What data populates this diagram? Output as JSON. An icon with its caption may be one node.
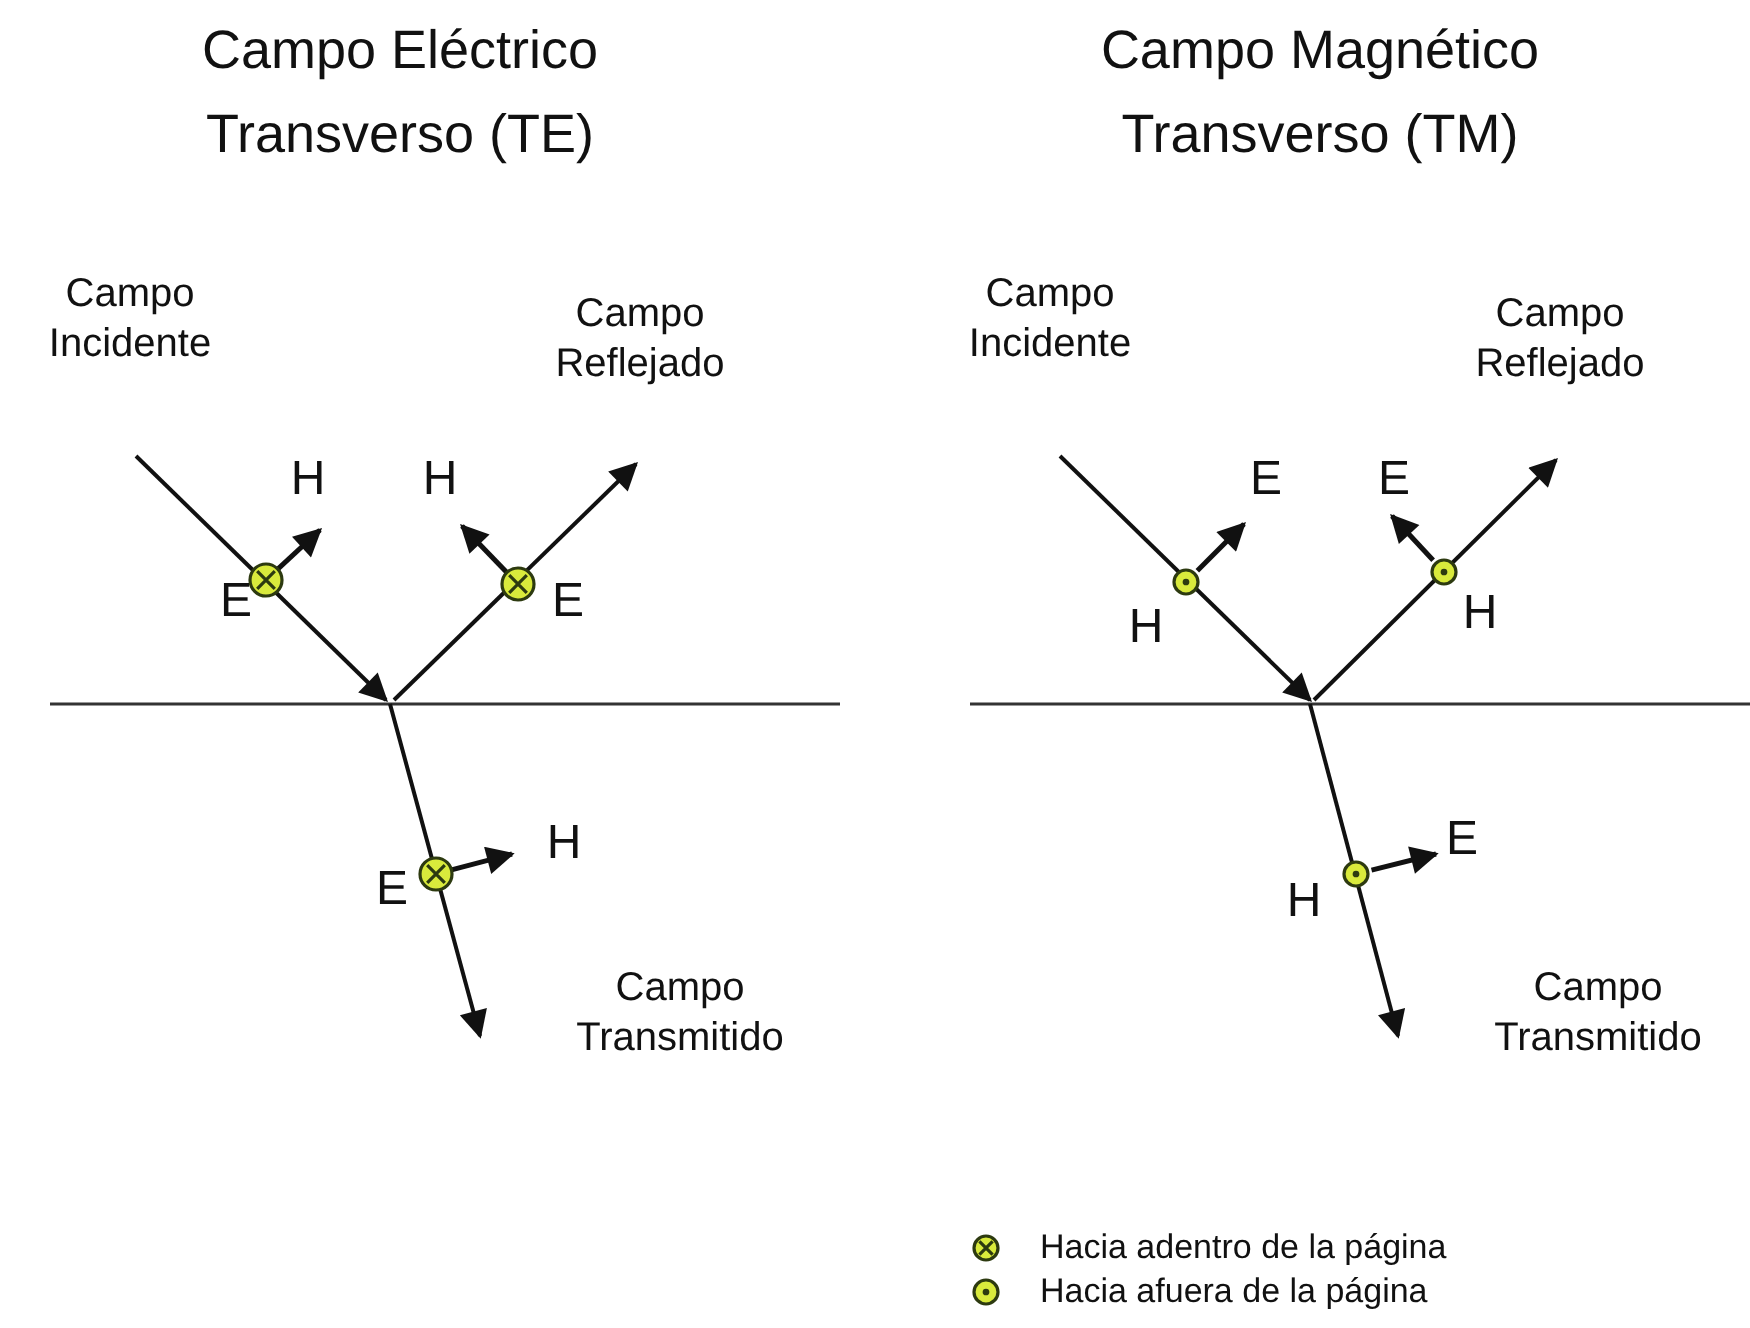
{
  "diagram": {
    "labels": [
      "Campo Eléctrico Transverso (TE)",
      "Campo Magnético Transverso (TM)",
      "Campo Incidente",
      "Campo Reflejado",
      "H",
      "H",
      "E",
      "E",
      "H",
      "E",
      "Campo Transmitido",
      "Campo Incidente",
      "Campo Reflejado",
      "E",
      "E",
      "H",
      "H",
      "E",
      "H",
      "Campo Transmitido"
    ],
    "legend": [
      {
        "text": "Hacia adentro de la página"
      },
      {
        "text": "Hacia afuera de la página"
      }
    ]
  }
}
